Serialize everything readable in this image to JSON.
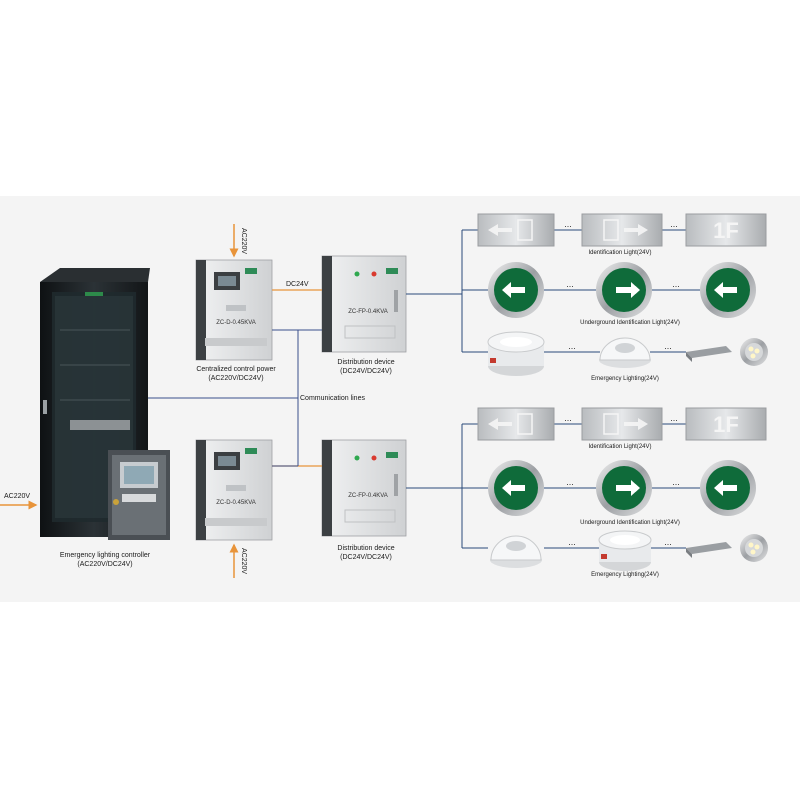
{
  "diagram": {
    "input_power_label": "AC220V",
    "controller": {
      "label": "Emergency lighting controller",
      "sub": "(AC220V/DC24V)"
    },
    "power_unit_1": {
      "model": "ZC-D-0.45KVA",
      "label": "Centralized control power",
      "sub": "(AC220V/DC24V)",
      "supply": "AC220V"
    },
    "power_unit_2": {
      "model": "ZC-D-0.45KVA",
      "supply": "AC220V"
    },
    "dc_link_label": "DC24V",
    "comm_label": "Communication lines",
    "distribution_1": {
      "model": "ZC-FP-0.4KVA",
      "label": "Distribution device",
      "sub": "(DC24V/DC24V)"
    },
    "distribution_2": {
      "model": "ZC-FP-0.4KVA",
      "label": "Distribution device",
      "sub": "(DC24V/DC24V)"
    },
    "groups": [
      {
        "identification_label": "Identification Light(24V)",
        "underground_label": "Underground Identification Light(24V)",
        "emergency_label": "Emergency Lighting(24V)",
        "floor_sign": "1F",
        "ellipsis": "..."
      },
      {
        "identification_label": "Identification Light(24V)",
        "underground_label": "Underground Identification Light(24V)",
        "emergency_label": "Emergency Lighting(24V)",
        "floor_sign": "1F",
        "ellipsis": "..."
      }
    ],
    "colors": {
      "background_band": "#f4f4f4",
      "dc_line": "#e8943a",
      "comm_line": "#3a4f8c",
      "branch_line": "#2a4a7a",
      "sign_green": "#0f6b3a",
      "cabinet": "#1b1f22",
      "box_gray": "#d9dadb"
    }
  }
}
